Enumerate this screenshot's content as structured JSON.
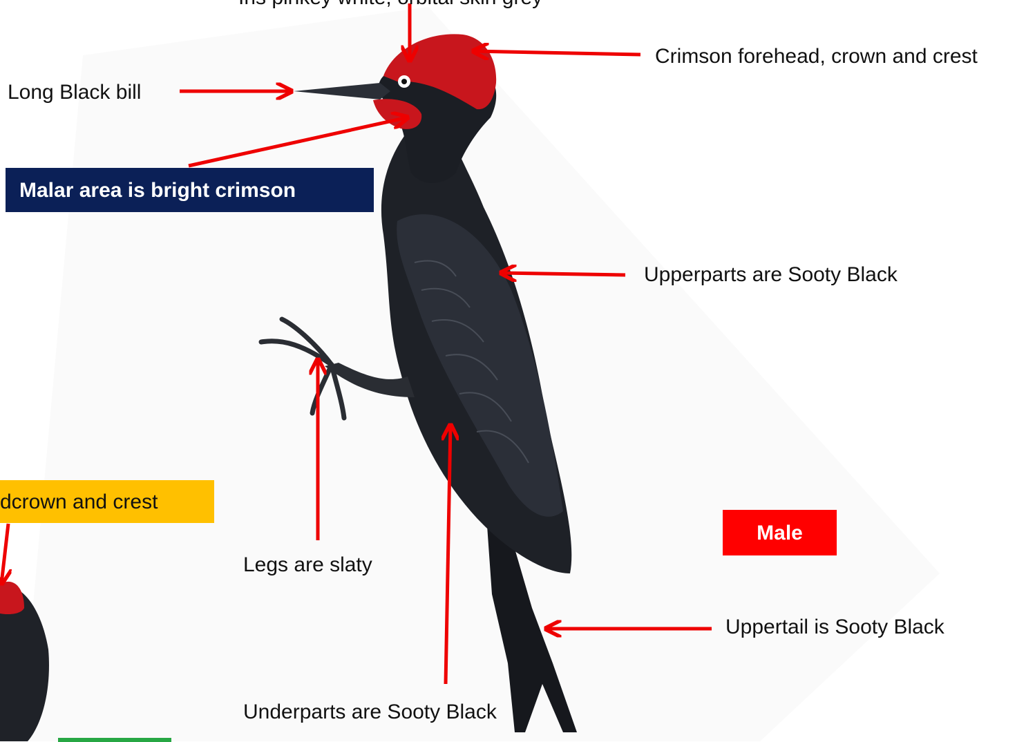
{
  "labels": {
    "top_partial": "Iris pinkey white, orbital skin grey",
    "forehead": "Crimson forehead, crown and crest",
    "bill": "Long Black bill",
    "malar": "Malar area is bright crimson",
    "upperparts": "Upperparts are Sooty Black",
    "legs": "Legs are slaty",
    "underparts": "Underparts are Sooty Black",
    "uppertail": "Uppertail is Sooty Black",
    "male": "Male",
    "female_partial": "dcrown and crest"
  },
  "colors": {
    "arrow": "#ee0000",
    "malar_box": "#0b2057",
    "male_box": "#ff0000",
    "female_box": "#ffc000",
    "crest": "#c8161d",
    "plumage": "#1f2229"
  }
}
